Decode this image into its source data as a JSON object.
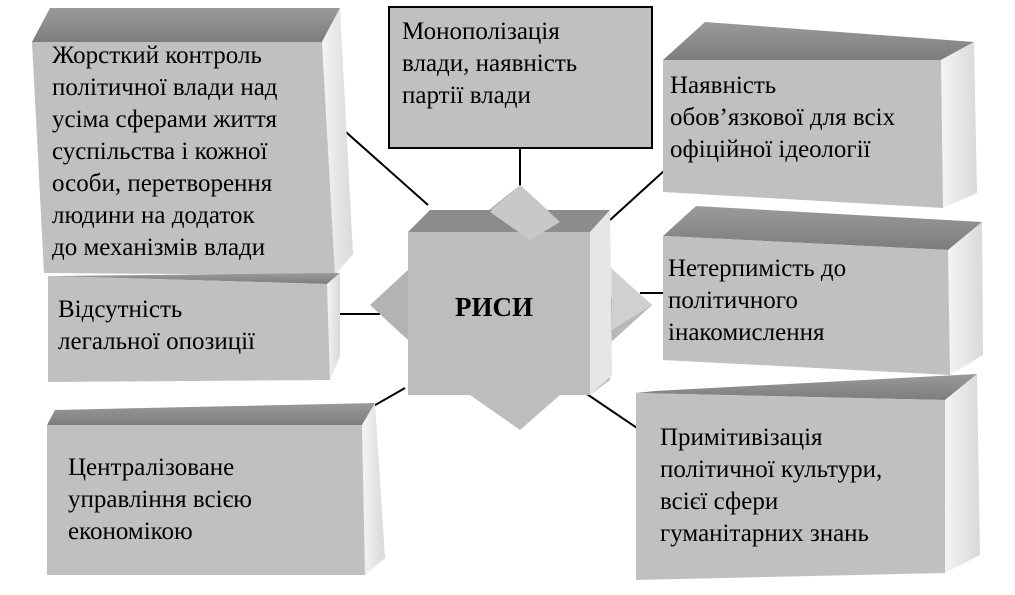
{
  "center": {
    "label": "РИСИ"
  },
  "boxes": {
    "top_left": {
      "lines": [
        "Жорсткий контроль",
        "політичної влади над",
        "усіма сферами життя",
        "суспільства і кожної",
        "особи, перетворення",
        "людини на додаток",
        "до механізмів влади"
      ]
    },
    "top_center": {
      "lines": [
        "Монополізація",
        "влади, наявність",
        "партії влади"
      ]
    },
    "top_right": {
      "lines": [
        "Наявність",
        "обов’язкової для всіх",
        "офіційної ідеології"
      ]
    },
    "middle_left": {
      "lines": [
        "Відсутність",
        "легальної опозиції"
      ]
    },
    "middle_right": {
      "lines": [
        "Нетерпимість до",
        "політичного",
        "інакомислення"
      ]
    },
    "bottom_left": {
      "lines": [
        "Централізоване",
        "управління всією",
        "економікою"
      ]
    },
    "bottom_right": {
      "lines": [
        "Примітивізація",
        "політичної культури,",
        "всієї сфери",
        "гуманітарних знань"
      ]
    }
  }
}
